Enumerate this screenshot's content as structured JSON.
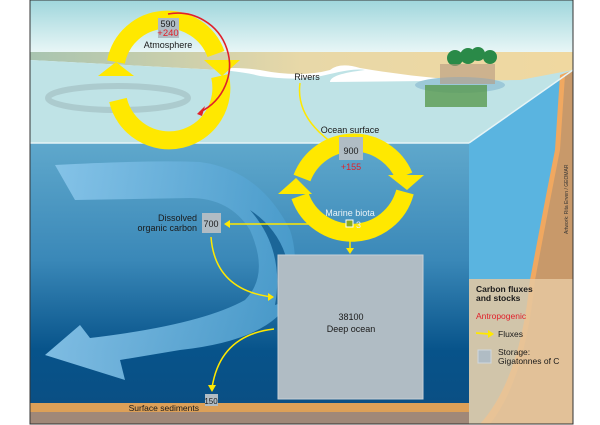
{
  "atmosphere": {
    "label": "Atmosphere",
    "stock": "590",
    "anthropogenic": "+240"
  },
  "rivers": {
    "label": "Rivers"
  },
  "ocean_surface": {
    "label": "Ocean surface",
    "stock": "900",
    "anthropogenic": "+155"
  },
  "marine_biota": {
    "label": "Marine biota",
    "stock": "3"
  },
  "doc": {
    "label_line1": "Dissolved",
    "label_line2": "organic carbon",
    "stock": "700"
  },
  "deep_ocean": {
    "label": "Deep ocean",
    "stock": "38100"
  },
  "sediments": {
    "label": "Surface sediments",
    "stock": "150"
  },
  "legend": {
    "title_line1": "Carbon fluxes",
    "title_line2": "and stocks",
    "anthropogenic": "Antropogenic",
    "fluxes": "Fluxes",
    "storage_line1": "Storage:",
    "storage_line2": "Gigatonnes of C"
  },
  "credit": "Artwork: Rita Erven / GEOMAR",
  "colors": {
    "flux": "#ffe800",
    "anthropogenic": "#e0202a",
    "storage": "#b0bcc4"
  }
}
